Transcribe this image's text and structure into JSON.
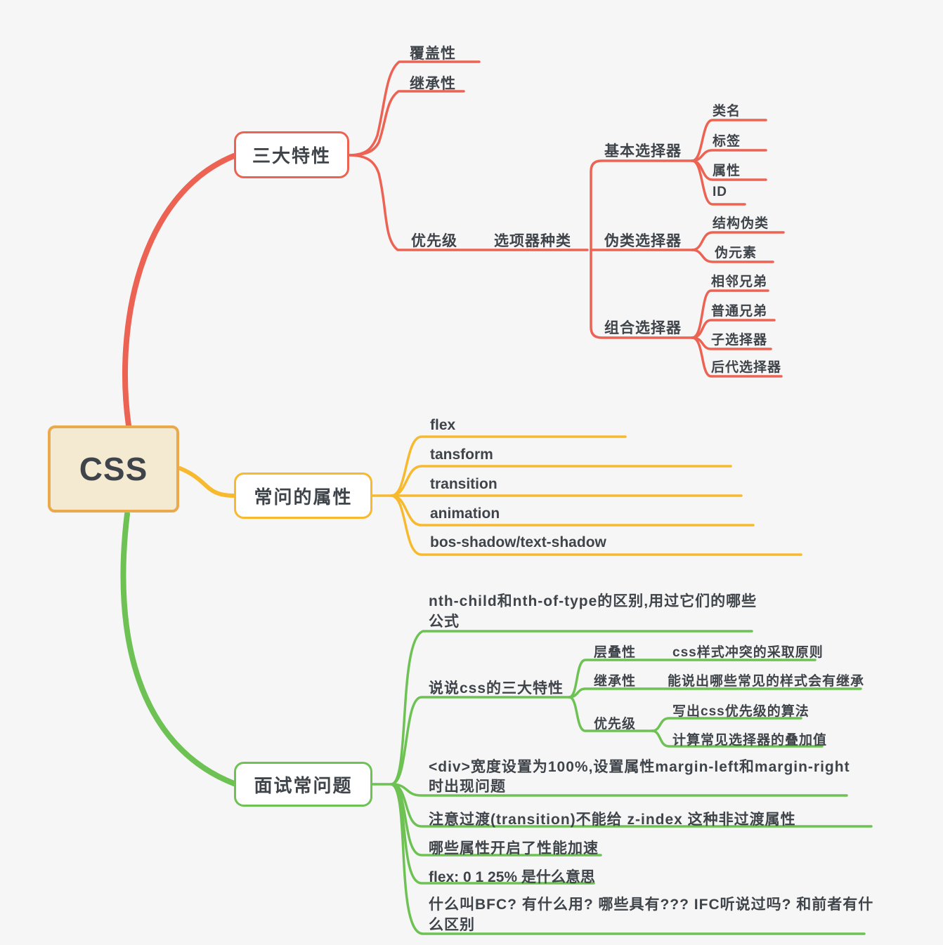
{
  "colors": {
    "red": "#ec6353",
    "yellow": "#f7b92e",
    "green": "#6dc253",
    "text": "#3e4449",
    "root_fill": "#f4ead1",
    "root_border": "#e9a94c",
    "node_background": "#ffffff",
    "background": "#f7f6f7"
  },
  "root": {
    "label": "CSS"
  },
  "features": {
    "label": "三大特性",
    "coverage": "覆盖性",
    "inheritance": "继承性",
    "priority": "优先级",
    "selector_kinds": "选项器种类",
    "basic": {
      "label": "基本选择器",
      "children": [
        "类名",
        "标签",
        "属性",
        "ID"
      ]
    },
    "pseudo": {
      "label": "伪类选择器",
      "children": [
        "结构伪类",
        "伪元素"
      ]
    },
    "combo": {
      "label": "组合选择器",
      "children": [
        "相邻兄弟",
        "普通兄弟",
        "子选择器",
        "后代选择器"
      ]
    }
  },
  "properties": {
    "label": "常问的属性",
    "children": [
      "flex",
      "tansform",
      "transition",
      "animation",
      "bos-shadow/text-shadow"
    ]
  },
  "interview": {
    "label": "面试常问题",
    "q_nth": "nth-child和nth-of-type的区别,用过它们的哪些公式",
    "q_three": {
      "label": "说说css的三大特性",
      "cascade_term": "层叠性",
      "cascade_note": "css样式冲突的采取原则",
      "inherit_term": "继承性",
      "inherit_note": "能说出哪些常见的样式会有继承",
      "priority_term": "优先级",
      "priority_note_1": "写出css优先级的算法",
      "priority_note_2": "计算常见选择器的叠加值"
    },
    "q_div": "<div>宽度设置为100%,设置属性margin-left和margin-right 时出现问题",
    "q_transition": "注意过渡(transition)不能给 z-index 这种非过渡属性",
    "q_accel": "哪些属性开启了性能加速",
    "q_flex": "flex: 0 1 25% 是什么意思",
    "q_bfc": "什么叫BFC? 有什么用? 哪些具有???  IFC听说过吗? 和前者有什么区别"
  }
}
